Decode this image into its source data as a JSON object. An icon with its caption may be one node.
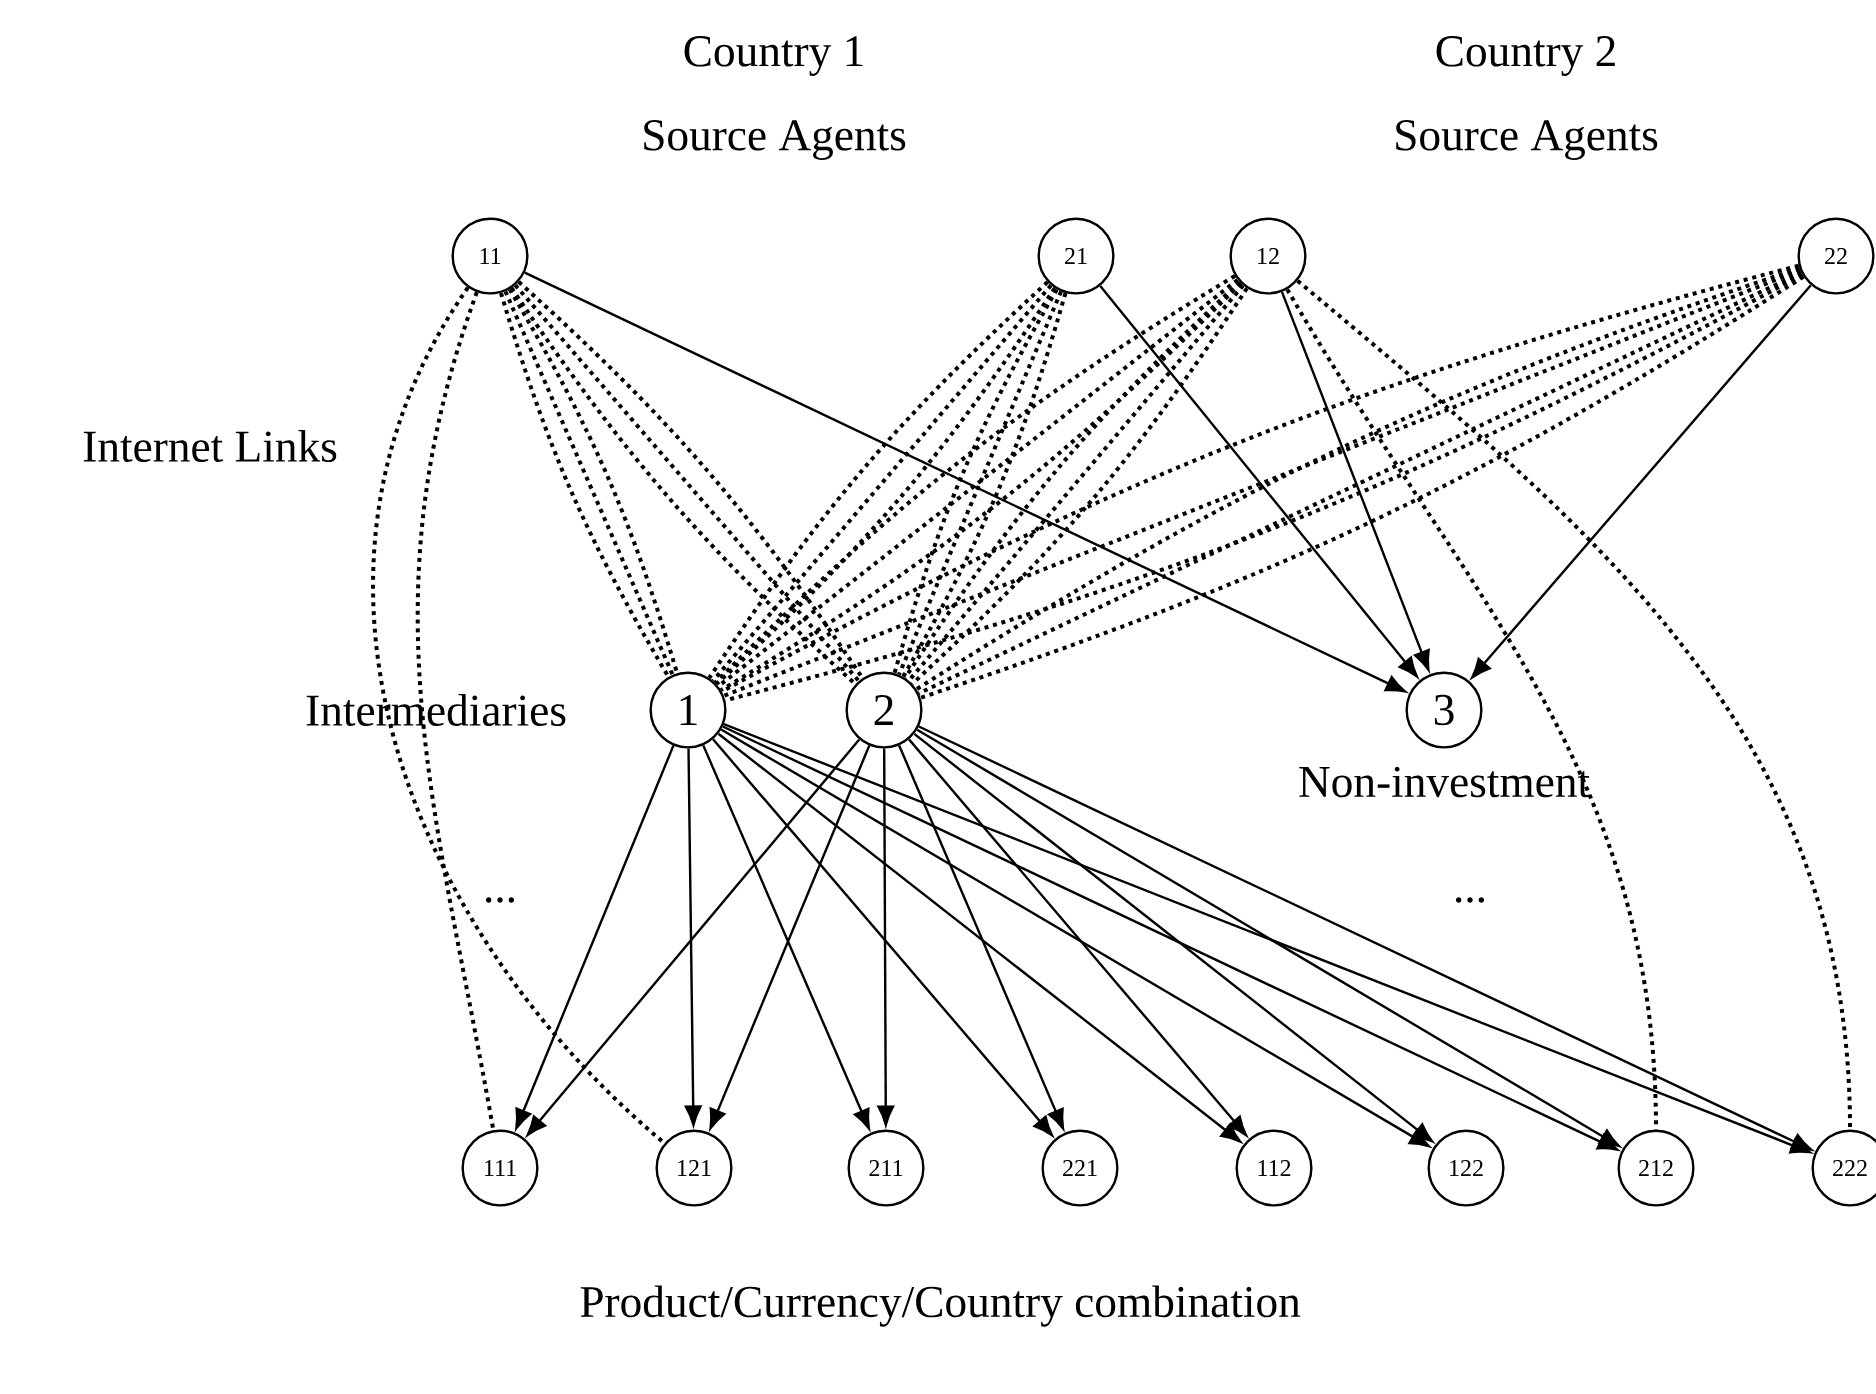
{
  "diagram": {
    "nodes": [
      {
        "text": [
          "11"
        ]
      },
      {
        "text": [
          "21"
        ]
      },
      {
        "text": [
          "12"
        ]
      },
      {
        "text": [
          "22"
        ]
      },
      {
        "text": [
          "1"
        ]
      },
      {
        "text": [
          "2"
        ]
      },
      {
        "text": [
          "3"
        ],
        "beside": [
          "Non-investment"
        ]
      },
      {
        "text": [
          "111"
        ]
      },
      {
        "text": [
          "121"
        ]
      },
      {
        "text": [
          "211"
        ]
      },
      {
        "text": [
          "221"
        ]
      },
      {
        "text": [
          "112"
        ]
      },
      {
        "text": [
          "122"
        ]
      },
      {
        "text": [
          "212"
        ]
      },
      {
        "text": [
          "222"
        ]
      }
    ],
    "edges": [
      {
        "from": 0,
        "to": 4,
        "arrow": "none",
        "style": "dashed"
      },
      {
        "from": 0,
        "to": 4,
        "arrow": "none",
        "style": "dashed"
      },
      {
        "from": 0,
        "to": 4,
        "arrow": "none",
        "style": "dashed"
      },
      {
        "from": 0,
        "to": 5,
        "arrow": "none",
        "style": "dashed"
      },
      {
        "from": 0,
        "to": 5,
        "arrow": "none",
        "style": "dashed"
      },
      {
        "from": 0,
        "to": 5,
        "arrow": "none",
        "style": "dashed"
      },
      {
        "from": 1,
        "to": 4,
        "arrow": "none",
        "style": "dashed"
      },
      {
        "from": 1,
        "to": 4,
        "arrow": "none",
        "style": "dashed"
      },
      {
        "from": 1,
        "to": 4,
        "arrow": "none",
        "style": "dashed"
      },
      {
        "from": 1,
        "to": 5,
        "arrow": "none",
        "style": "dashed"
      },
      {
        "from": 1,
        "to": 5,
        "arrow": "none",
        "style": "dashed"
      },
      {
        "from": 1,
        "to": 5,
        "arrow": "none",
        "style": "dashed"
      },
      {
        "from": 2,
        "to": 4,
        "arrow": "none",
        "style": "dashed"
      },
      {
        "from": 2,
        "to": 4,
        "arrow": "none",
        "style": "dashed"
      },
      {
        "from": 2,
        "to": 4,
        "arrow": "none",
        "style": "dashed"
      },
      {
        "from": 2,
        "to": 5,
        "arrow": "none",
        "style": "dashed"
      },
      {
        "from": 2,
        "to": 5,
        "arrow": "none",
        "style": "dashed"
      },
      {
        "from": 2,
        "to": 5,
        "arrow": "none",
        "style": "dashed"
      },
      {
        "from": 3,
        "to": 4,
        "arrow": "none",
        "style": "dashed"
      },
      {
        "from": 3,
        "to": 4,
        "arrow": "none",
        "style": "dashed"
      },
      {
        "from": 3,
        "to": 4,
        "arrow": "none",
        "style": "dashed"
      },
      {
        "from": 3,
        "to": 5,
        "arrow": "none",
        "style": "dashed"
      },
      {
        "from": 3,
        "to": 5,
        "arrow": "none",
        "style": "dashed"
      },
      {
        "from": 3,
        "to": 5,
        "arrow": "none",
        "style": "dashed"
      },
      {
        "from": 0,
        "to": 7,
        "arrow": "none",
        "style": "dashed"
      },
      {
        "from": 0,
        "to": 8,
        "arrow": "none",
        "style": "dashed"
      },
      {
        "from": 2,
        "to": 13,
        "arrow": "none",
        "style": "dashed"
      },
      {
        "from": 2,
        "to": 14,
        "arrow": "none",
        "style": "dashed"
      },
      {
        "from": 0,
        "to": 6,
        "arrow": "to"
      },
      {
        "from": 1,
        "to": 6,
        "arrow": "to"
      },
      {
        "from": 2,
        "to": 6,
        "arrow": "to"
      },
      {
        "from": 3,
        "to": 6,
        "arrow": "to"
      },
      {
        "from": 4,
        "to": 7,
        "arrow": "to"
      },
      {
        "from": 4,
        "to": 8,
        "arrow": "to"
      },
      {
        "from": 4,
        "to": 9,
        "arrow": "to"
      },
      {
        "from": 4,
        "to": 10,
        "arrow": "to"
      },
      {
        "from": 4,
        "to": 11,
        "arrow": "to"
      },
      {
        "from": 4,
        "to": 12,
        "arrow": "to"
      },
      {
        "from": 4,
        "to": 13,
        "arrow": "to"
      },
      {
        "from": 4,
        "to": 14,
        "arrow": "to"
      },
      {
        "from": 5,
        "to": 7,
        "arrow": "to"
      },
      {
        "from": 5,
        "to": 8,
        "arrow": "to"
      },
      {
        "from": 5,
        "to": 9,
        "arrow": "to"
      },
      {
        "from": 5,
        "to": 10,
        "arrow": "to"
      },
      {
        "from": 5,
        "to": 11,
        "arrow": "to"
      },
      {
        "from": 5,
        "to": 12,
        "arrow": "to"
      },
      {
        "from": 5,
        "to": 13,
        "arrow": "to"
      },
      {
        "from": 5,
        "to": 14,
        "arrow": "to"
      }
    ],
    "labels": [
      "Country 1",
      "Source Agents",
      "Country 2",
      "Source Agents",
      "Internet Links",
      "Intermediaries",
      "...",
      "...",
      "Product/Currency/Country combination"
    ]
  }
}
